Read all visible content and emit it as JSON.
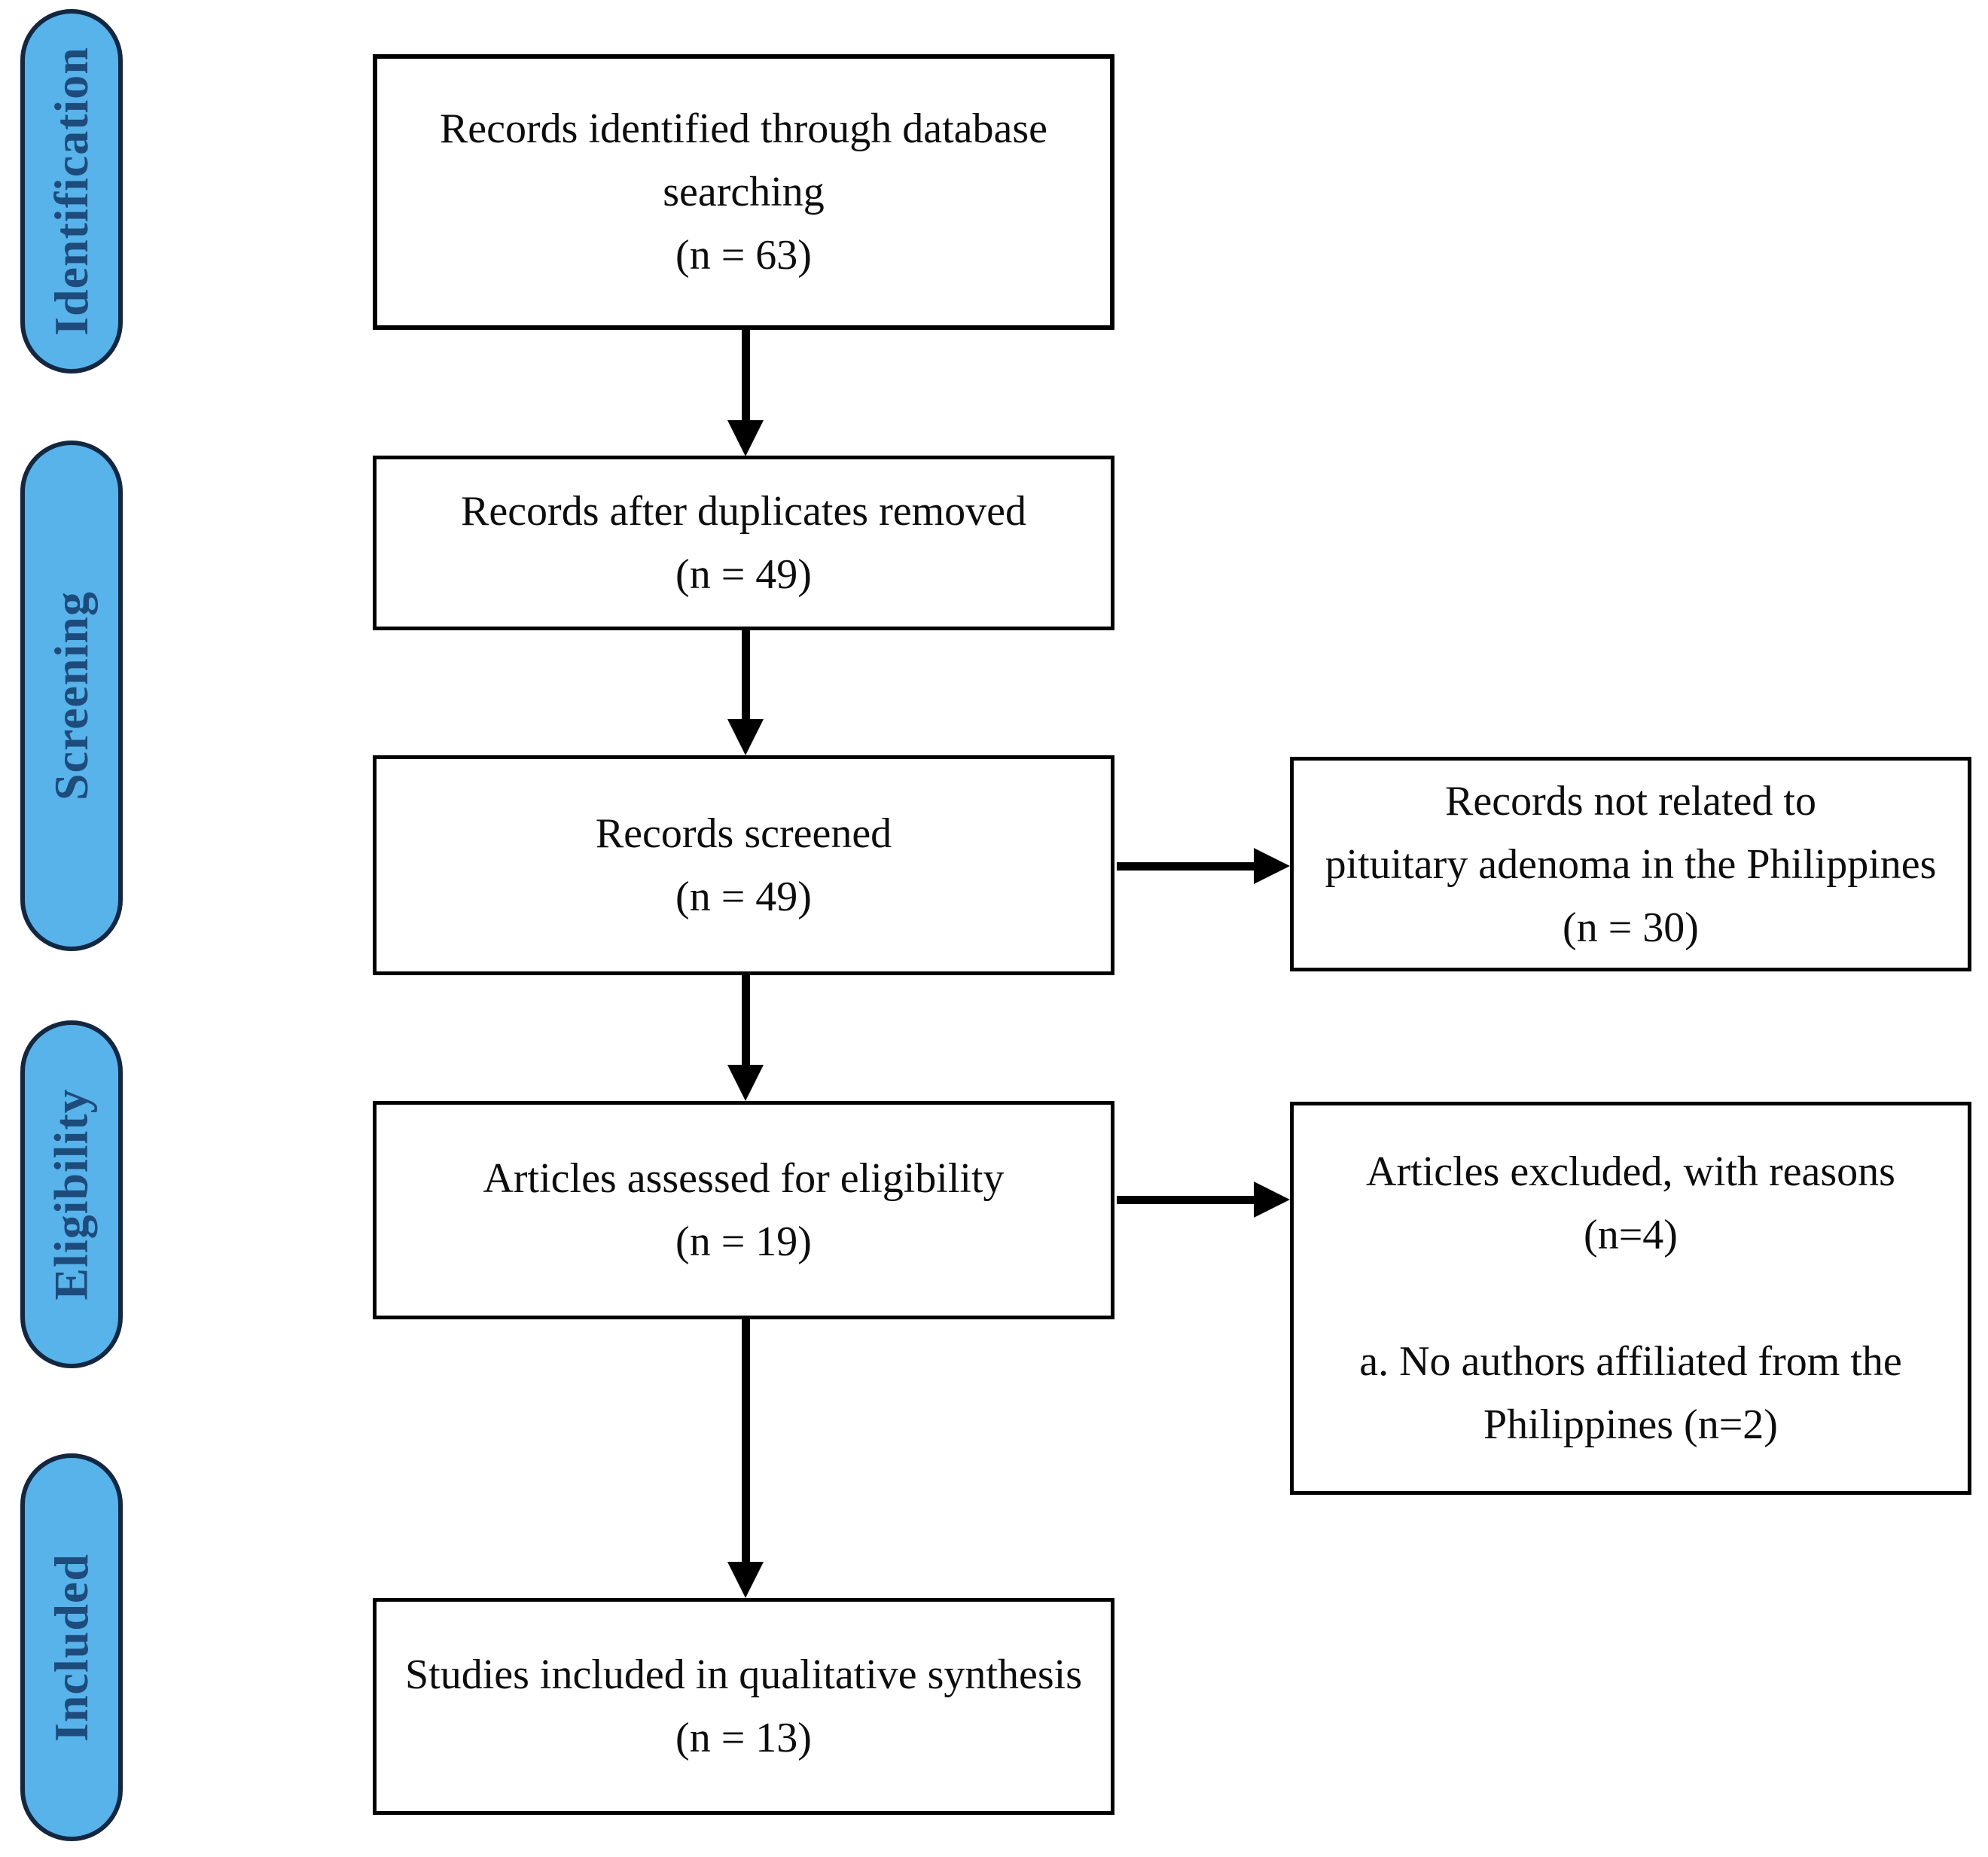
{
  "colors": {
    "stage_fill": "#57b3ea",
    "stage_border": "#132741",
    "stage_text": "#1d4b7c",
    "box_border": "#000000",
    "arrow": "#000000"
  },
  "stages": [
    {
      "label": "Identification"
    },
    {
      "label": "Screening"
    },
    {
      "label": "Eligibility"
    },
    {
      "label": "Included"
    }
  ],
  "main_boxes": [
    {
      "lines": [
        "Records identified through database",
        "searching",
        "(n = 63)"
      ]
    },
    {
      "lines": [
        "Records after duplicates removed",
        "(n = 49)"
      ]
    },
    {
      "lines": [
        "Records screened",
        "(n = 49)"
      ]
    },
    {
      "lines": [
        "Articles assessed for eligibility",
        "(n = 19)"
      ]
    },
    {
      "lines": [
        "Studies included in qualitative synthesis",
        "(n = 13)"
      ]
    }
  ],
  "side_boxes": [
    {
      "lines": [
        "Records not related to",
        "pituitary adenoma in the Philippines",
        "(n = 30)"
      ]
    },
    {
      "paragraphs": [
        [
          "Articles excluded, with reasons",
          "(n=4)"
        ],
        [
          "a. No authors affiliated from the",
          "Philippines (n=2)"
        ]
      ]
    }
  ]
}
